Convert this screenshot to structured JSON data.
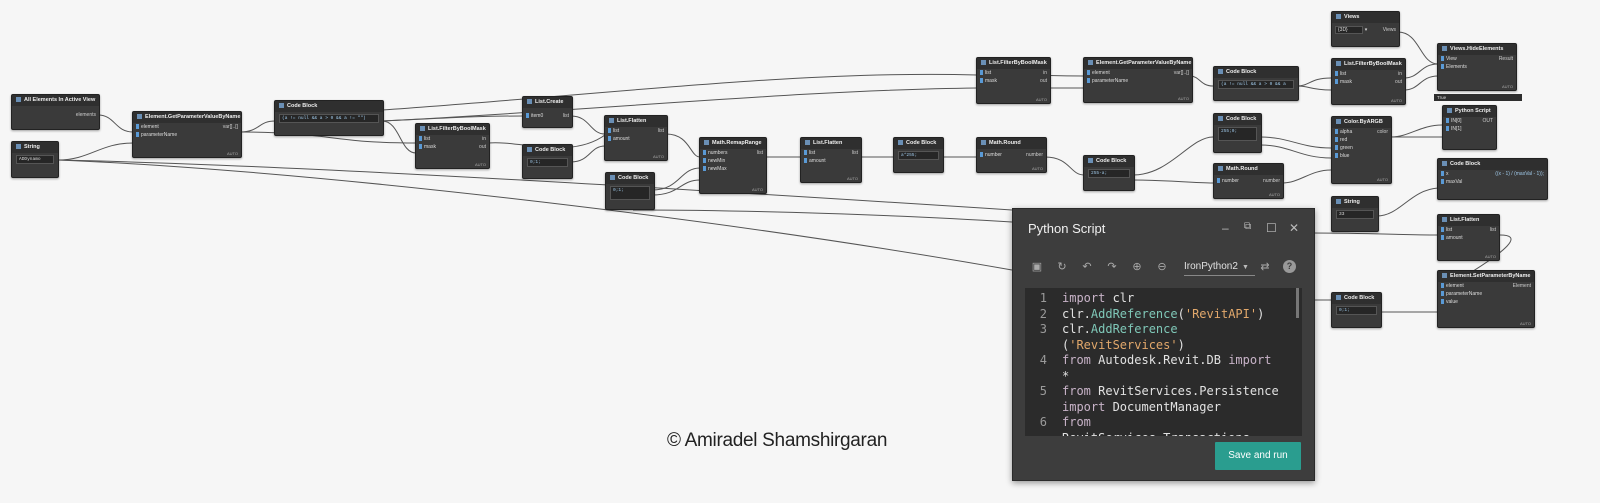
{
  "nodes": {
    "all_elements": {
      "title": "All Elements In Active View",
      "out": "elements"
    },
    "string1": {
      "title": "String",
      "value": "ADDynamo"
    },
    "get_param1": {
      "title": "Element.GetParameterValueByName",
      "in1": "element",
      "in2": "parameterName",
      "out": "var[]..[]",
      "lacing": "AUTO"
    },
    "code_block1": {
      "title": "Code Block",
      "code": "(a != null && a > 0 && a != \"\")"
    },
    "filter_mask1": {
      "title": "List.FilterByBoolMask",
      "in1": "list",
      "in2": "mask",
      "out1": "in",
      "out2": "out",
      "lacing": "AUTO"
    },
    "list_create": {
      "title": "List.Create",
      "in1": "item0",
      "out": "list"
    },
    "code_block2": {
      "title": "Code Block",
      "code": "0;1;"
    },
    "list_flatten1": {
      "title": "List.Flatten",
      "in1": "list",
      "in2": "amount",
      "out": "list",
      "lacing": "AUTO"
    },
    "code_block3": {
      "title": "Code Block",
      "code": "0;1;"
    },
    "remap": {
      "title": "Math.RemapRange",
      "in1": "numbers",
      "in2": "newMin",
      "in3": "newMax",
      "out": "list",
      "lacing": "AUTO"
    },
    "list_flatten2": {
      "title": "List.Flatten",
      "in1": "list",
      "in2": "amount",
      "out": "list",
      "lacing": "AUTO"
    },
    "code_block4": {
      "title": "Code Block",
      "code": "a*255;"
    },
    "round1": {
      "title": "Math.Round",
      "in1": "number",
      "out": "number",
      "lacing": "AUTO"
    },
    "filter_mask2": {
      "title": "List.FilterByBoolMask",
      "in1": "list",
      "in2": "mask",
      "out1": "in",
      "out2": "out",
      "lacing": "AUTO"
    },
    "get_param2": {
      "title": "Element.GetParameterValueByName",
      "in1": "element",
      "in2": "parameterName",
      "out": "var[]..[]",
      "lacing": "AUTO"
    },
    "code_block5": {
      "title": "Code Block",
      "code": "(a != null && a > 0 && a"
    },
    "code_block6": {
      "title": "Code Block",
      "code": "255-a;"
    },
    "code_block7": {
      "title": "Code Block",
      "code": "255;0;"
    },
    "round2": {
      "title": "Math.Round",
      "in1": "number",
      "out": "number",
      "lacing": "AUTO"
    },
    "filter_mask3": {
      "title": "List.FilterByBoolMask",
      "in1": "list",
      "in2": "mask",
      "out1": "in",
      "out2": "out",
      "lacing": "AUTO"
    },
    "color_argb": {
      "title": "Color.ByARGB",
      "in1": "alpha",
      "in2": "red",
      "in3": "green",
      "in4": "blue",
      "out": "color",
      "lacing": "AUTO"
    },
    "views": {
      "title": "Views",
      "value": "{3D}",
      "out": "Views"
    },
    "hide_elements": {
      "title": "Views.HideElements",
      "in1": "View",
      "in2": "Elements",
      "out": "Result",
      "lacing": "AUTO",
      "preview": "True"
    },
    "python_node": {
      "title": "Python Script",
      "in1": "IN[0]",
      "in2": "IN[1]",
      "out": "OUT"
    },
    "code_block8": {
      "title": "Code Block",
      "code": "((x - 1) / (maxVal - 1));",
      "in1": "x",
      "in2": "maxVal"
    },
    "string2": {
      "title": "String",
      "value": "33"
    },
    "list_flatten3": {
      "title": "List.Flatten",
      "in1": "list",
      "in2": "amount",
      "out": "list",
      "lacing": "AUTO"
    },
    "code_block9": {
      "title": "Code Block",
      "code": "0;1;"
    },
    "set_param": {
      "title": "Element.SetParameterByName",
      "in1": "element",
      "in2": "parameterName",
      "in3": "value",
      "out": "Element",
      "lacing": "AUTO"
    }
  },
  "python_window": {
    "title": "Python Script",
    "engine": "IronPython2",
    "run_label": "Save and run",
    "lines": [
      {
        "num": "1",
        "parts": [
          [
            "kw",
            "import"
          ],
          [
            "t",
            " clr"
          ]
        ]
      },
      {
        "num": "2",
        "parts": [
          [
            "t",
            "clr."
          ],
          [
            "fn",
            "AddReference"
          ],
          [
            "t",
            "("
          ],
          [
            "st",
            "'RevitAPI'"
          ],
          [
            "t",
            ")"
          ]
        ]
      },
      {
        "num": "3",
        "parts": [
          [
            "t",
            "clr."
          ],
          [
            "fn",
            "AddReference"
          ]
        ]
      },
      {
        "num": "",
        "parts": [
          [
            "t",
            "("
          ],
          [
            "st",
            "'RevitServices'"
          ],
          [
            "t",
            ")"
          ]
        ]
      },
      {
        "num": "4",
        "parts": [
          [
            "kw",
            "from"
          ],
          [
            "t",
            " Autodesk.Revit.DB "
          ],
          [
            "kw",
            "import"
          ]
        ]
      },
      {
        "num": "",
        "parts": [
          [
            "t",
            "*"
          ]
        ]
      },
      {
        "num": "5",
        "parts": [
          [
            "kw",
            "from"
          ],
          [
            "t",
            " RevitServices.Persistence"
          ]
        ]
      },
      {
        "num": "",
        "parts": [
          [
            "kw",
            "import"
          ],
          [
            "t",
            " DocumentManager"
          ]
        ]
      },
      {
        "num": "6",
        "parts": [
          [
            "kw",
            "from"
          ]
        ]
      },
      {
        "num": "",
        "parts": [
          [
            "t",
            "RevitServices.Transactions"
          ]
        ]
      }
    ]
  },
  "watermark": "© Amiradel Shamshirgaran"
}
